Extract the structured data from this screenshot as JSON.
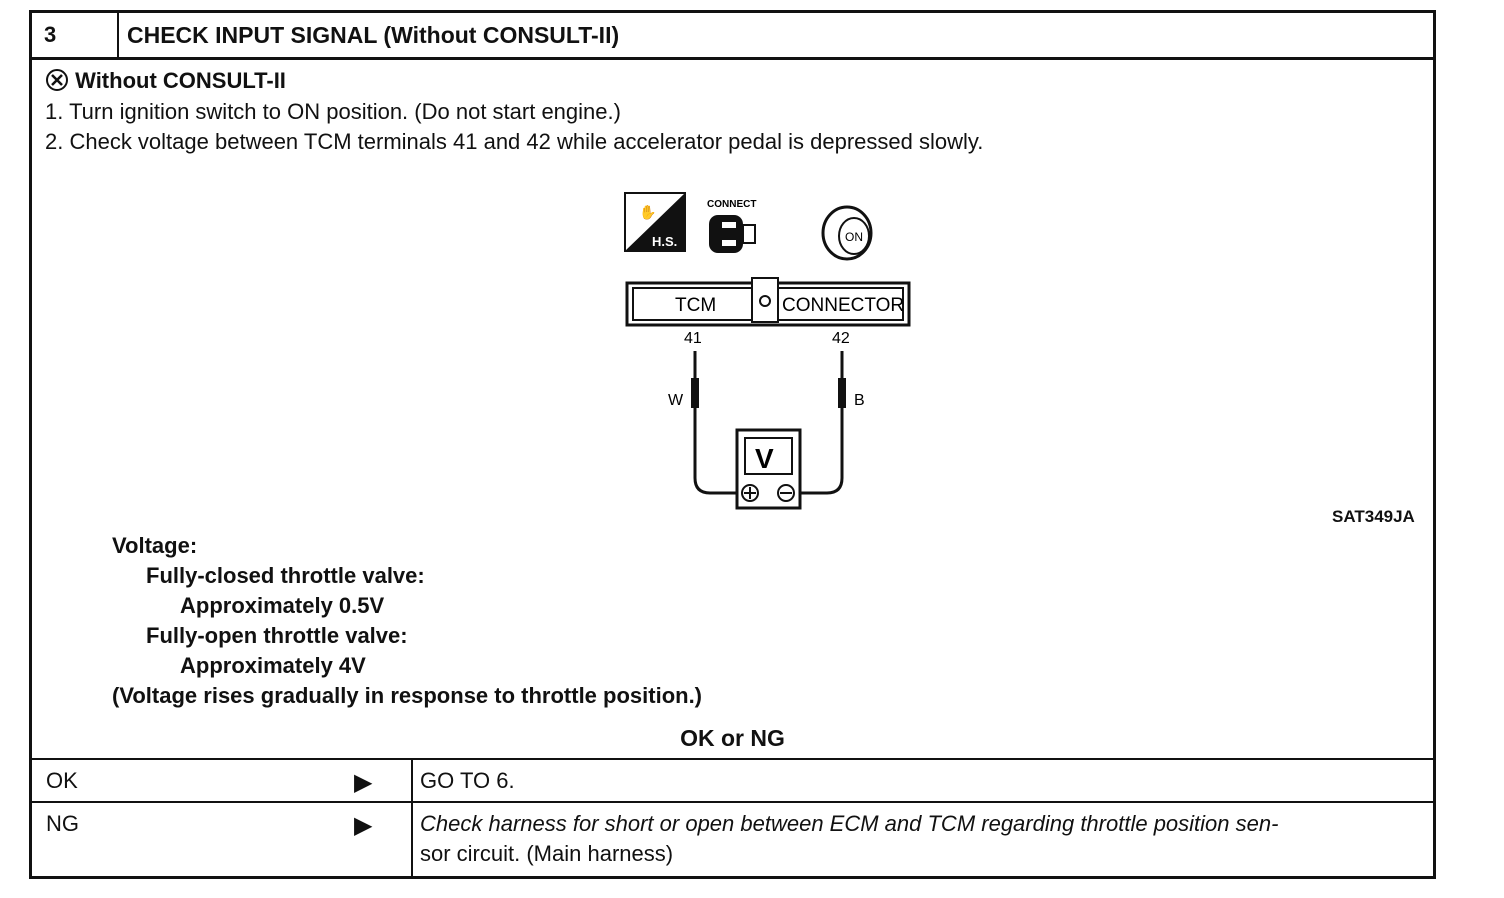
{
  "header": {
    "step_number": "3",
    "title": "CHECK INPUT SIGNAL (Without CONSULT-II)"
  },
  "procedure": {
    "mode_label": "Without CONSULT-II",
    "steps": [
      "1.  Turn ignition switch to ON position. (Do not start engine.)",
      "2.  Check voltage between TCM terminals 41 and 42 while accelerator pedal is depressed slowly."
    ]
  },
  "diagram": {
    "icons": [
      "hand-tool-icon",
      "connect-icon",
      "ignition-on-icon"
    ],
    "hs_label": "H.S.",
    "connect_label": "CONNECT",
    "on_label": "ON",
    "tcm_label": "TCM",
    "connector_label": "CONNECTOR",
    "terminal_left": "41",
    "terminal_right": "42",
    "wire_left": "W",
    "wire_right": "B",
    "meter_label": "V",
    "reference": "SAT349JA"
  },
  "spec": {
    "voltage_label": "Voltage:",
    "closed_label": "Fully-closed throttle valve:",
    "closed_value": "Approximately 0.5V",
    "open_label": "Fully-open throttle valve:",
    "open_value": "Approximately 4V",
    "note": "(Voltage rises gradually in response to throttle position.)"
  },
  "result": {
    "title": "OK or NG",
    "rows": [
      {
        "key": "OK",
        "action": "GO TO 6."
      },
      {
        "key": "NG",
        "action_line1": "Check harness for short or open between ECM and TCM regarding throttle position sen-",
        "action_line2": "sor circuit. (Main harness)"
      }
    ]
  }
}
